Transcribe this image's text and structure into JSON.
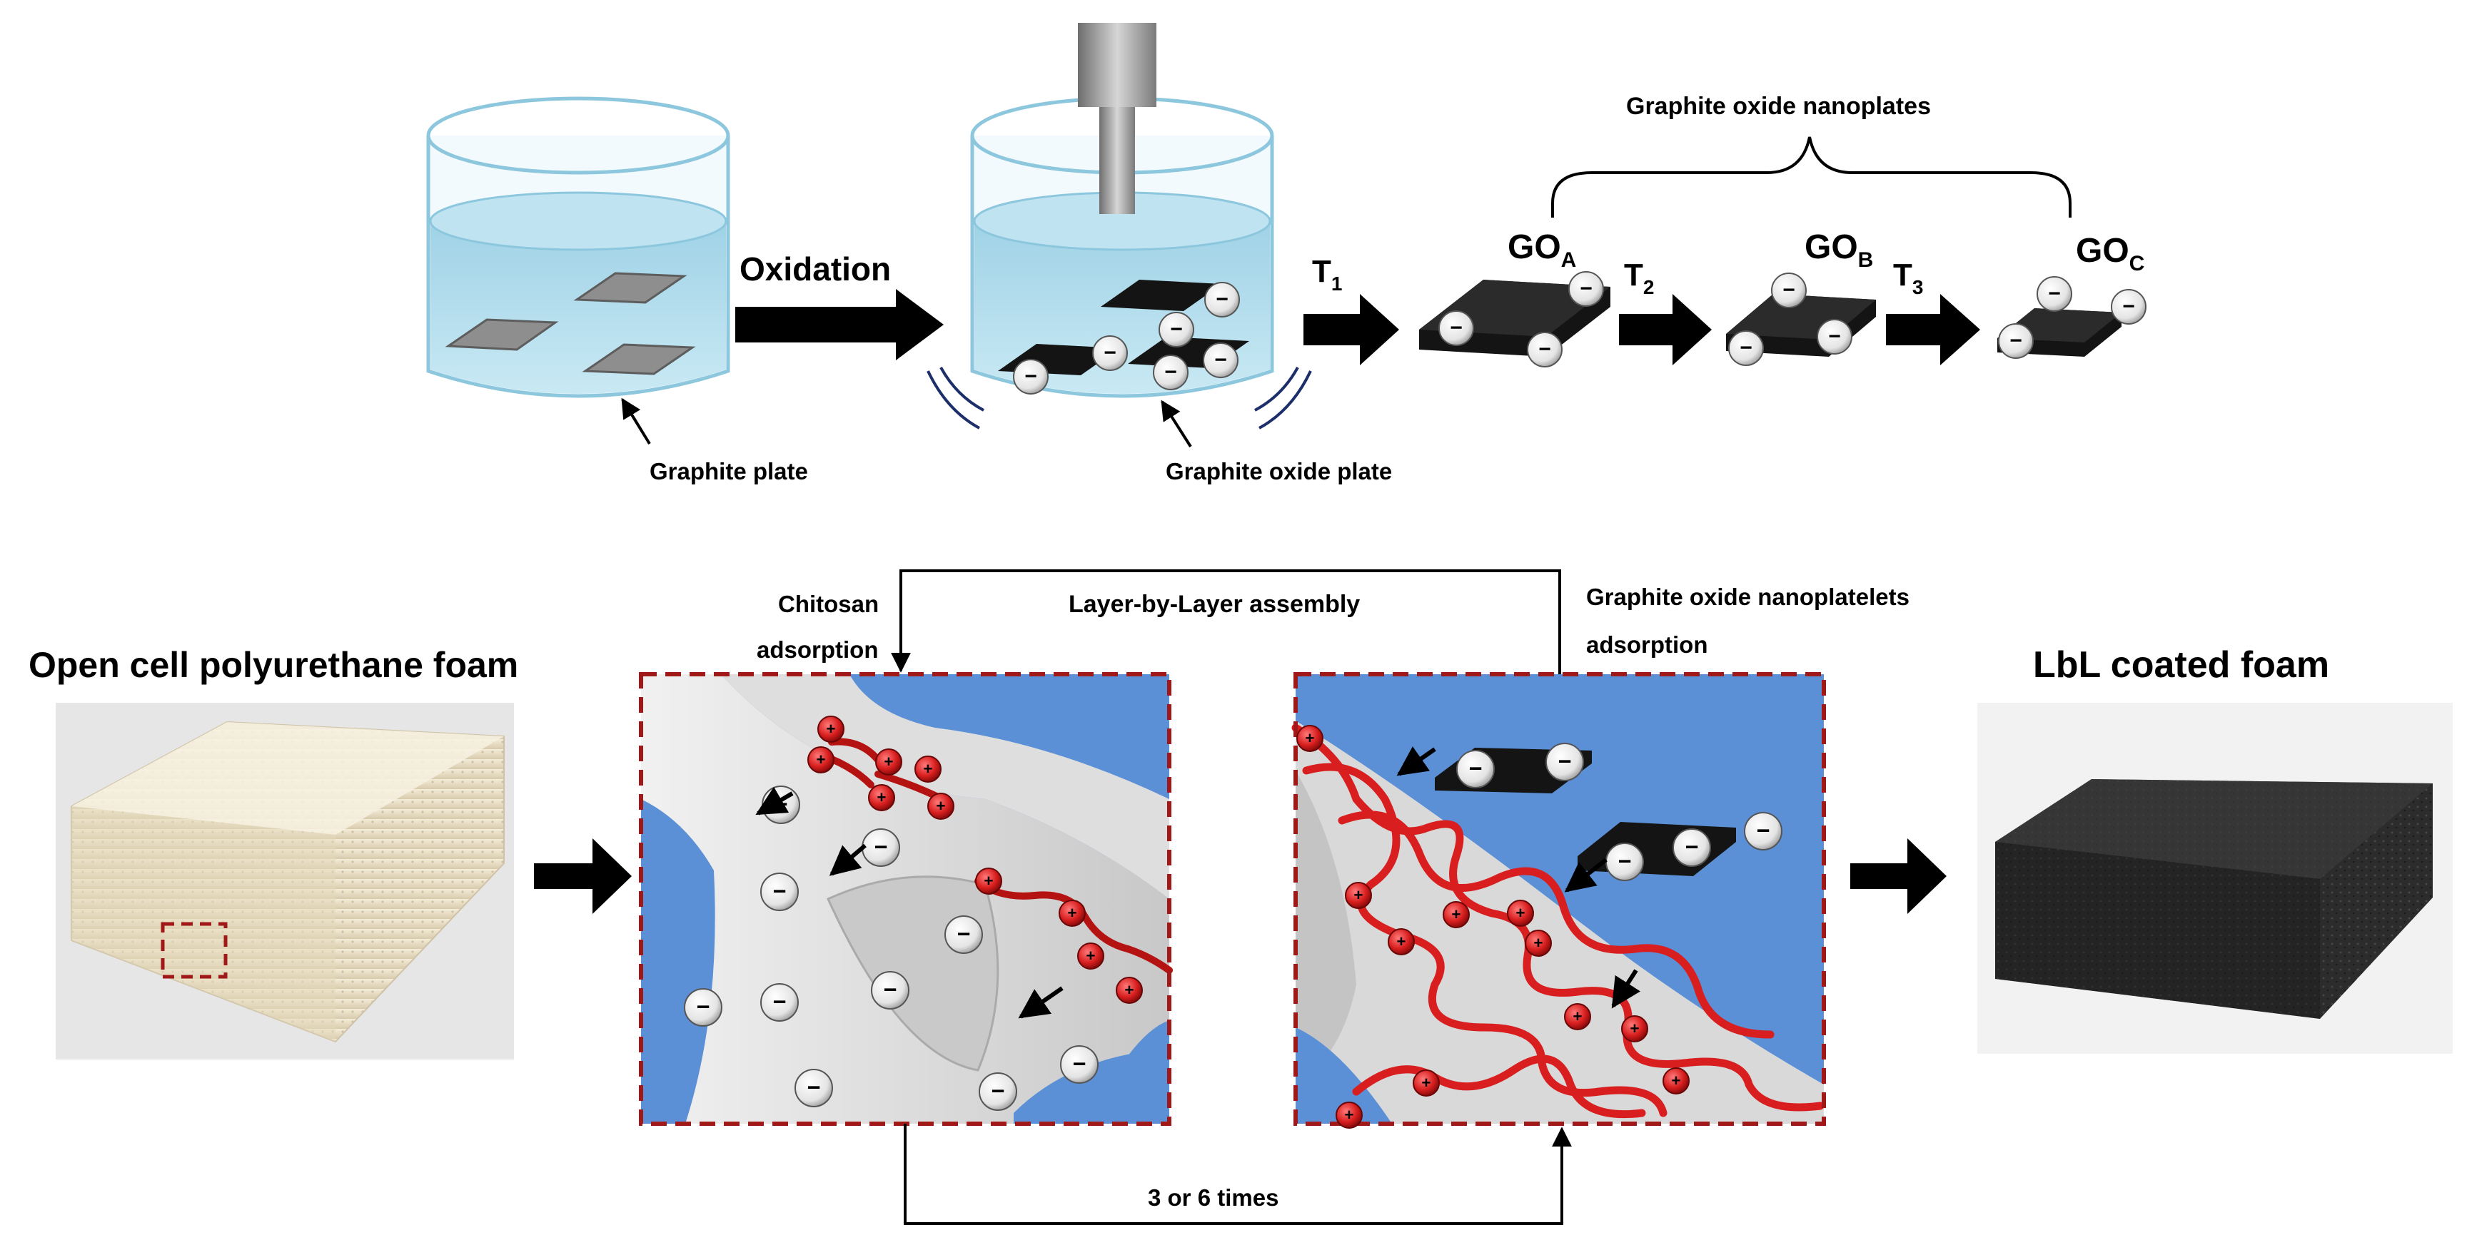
{
  "top_row": {
    "oxidation_label": "Oxidation",
    "graphite_plate_label": "Graphite  plate",
    "graphite_oxide_plate_label": "Graphite oxide plate",
    "nanoplates_label": "Graphite oxide nanoplates",
    "steps": [
      {
        "base": "T",
        "sub": "1"
      },
      {
        "base": "T",
        "sub": "2"
      },
      {
        "base": "T",
        "sub": "3"
      }
    ],
    "products": [
      {
        "base": "GO",
        "sub": "A"
      },
      {
        "base": "GO",
        "sub": "B"
      },
      {
        "base": "GO",
        "sub": "C"
      }
    ]
  },
  "bottom_row": {
    "foam_title": "Open cell polyurethane foam",
    "coated_title": "LbL coated foam",
    "chitosan_line1": "Chitosan",
    "chitosan_line2": "adsorption",
    "lbl_label": "Layer-by-Layer assembly",
    "gon_line1": "Graphite oxide nanoplatelets",
    "gon_line2": "adsorption",
    "cycles_label": "3 or 6 times"
  },
  "charges": {
    "negative": "−",
    "positive": "+"
  },
  "colors": {
    "water": "#a9d9eb",
    "graphite": "#8e8e8e",
    "oxide": "#141414",
    "background_blue": "#5b8fd6",
    "chitosan_red": "#d81e1e",
    "dashed_border": "#a01818",
    "foam_white": "#ede3cc",
    "foam_black": "#2a2a2a"
  }
}
